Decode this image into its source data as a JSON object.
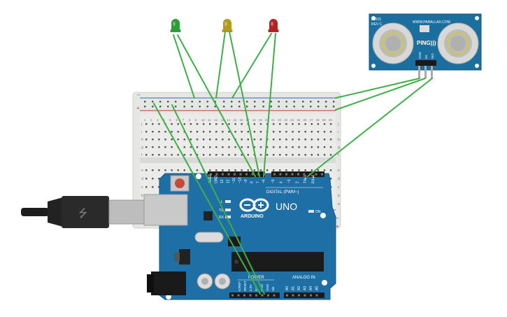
{
  "arduino": {
    "brand": "ARDUINO",
    "model": "UNO",
    "digital_label": "DIGITAL (PWM~)",
    "power_label": "POWER",
    "analog_label": "ANALOG IN",
    "on_label": "ON",
    "tx_label": "TX",
    "rx_label": "RX",
    "l_label": "L",
    "digital_pins": [
      "AREF",
      "GND",
      "13",
      "12",
      "~11",
      "~10",
      "~9",
      "8",
      "7",
      "~6",
      "~5",
      "4",
      "~3",
      "2",
      "TX▸1",
      "RX◂0"
    ],
    "power_pins": [
      "IOREF",
      "RESET",
      "3.3V",
      "5V",
      "GND",
      "GND",
      "Vin"
    ],
    "analog_pins": [
      "A0",
      "A1",
      "A2",
      "A3",
      "A4",
      "A5"
    ]
  },
  "sensor": {
    "part_no": "28015",
    "rev": "REV C",
    "website": "WWW.PARALLAX.COM",
    "name": "PING)))",
    "pins": [
      "GND",
      "5V",
      "SIG"
    ]
  },
  "leds": [
    {
      "color_name": "green",
      "color": "#2e9e3a"
    },
    {
      "color_name": "yellow",
      "color": "#b49a1e"
    },
    {
      "color_name": "red",
      "color": "#b22424"
    }
  ],
  "breadboard": {
    "row_letters": [
      "a",
      "b",
      "c",
      "d",
      "e",
      "f",
      "g",
      "h",
      "i",
      "j"
    ],
    "columns": [
      "1",
      "2",
      "3",
      "4",
      "5",
      "6",
      "7",
      "8",
      "9",
      "10",
      "11",
      "12",
      "13",
      "14",
      "15",
      "16",
      "17",
      "18",
      "19",
      "20",
      "21",
      "22",
      "23",
      "24",
      "25",
      "26",
      "27",
      "28",
      "29",
      "30"
    ]
  },
  "colors": {
    "wire": "#3fae49",
    "board": "#1e6fa6",
    "breadboard": "#e8e8e6",
    "rail_red": "#c0392b",
    "rail_blue": "#2c6fb7"
  }
}
